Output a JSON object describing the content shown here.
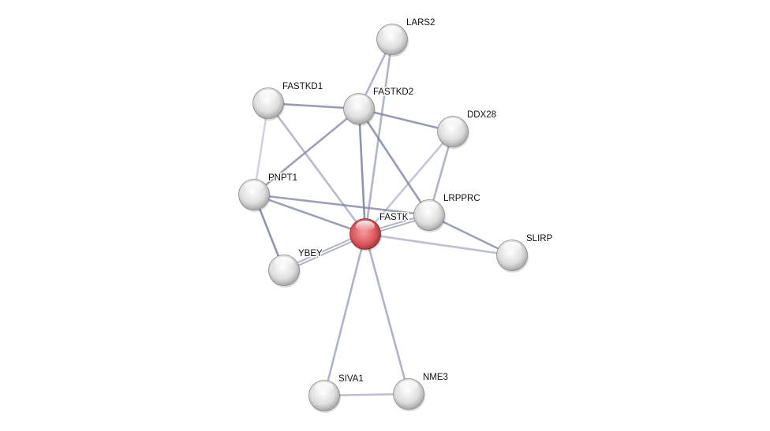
{
  "network": {
    "query_node": "FASTK",
    "colors": {
      "query": "#d9575c",
      "default": "#d6d6d6",
      "edge": "#7d829e"
    },
    "nodes": [
      "LARS2",
      "FASTKD1",
      "FASTKD2",
      "DDX28",
      "PNPT1",
      "FASTK",
      "LRPPRC",
      "SLIRP",
      "YBEY",
      "SIVA1",
      "NME3"
    ],
    "edges": [
      {
        "a": "LARS2",
        "b": "FASTKD2",
        "strength": 0.6
      },
      {
        "a": "LARS2",
        "b": "FASTK",
        "strength": 0.6
      },
      {
        "a": "FASTKD1",
        "b": "FASTKD2",
        "strength": 0.8
      },
      {
        "a": "FASTKD1",
        "b": "PNPT1",
        "strength": 0.35
      },
      {
        "a": "FASTKD1",
        "b": "FASTK",
        "strength": 0.55
      },
      {
        "a": "FASTKD2",
        "b": "DDX28",
        "strength": 0.8
      },
      {
        "a": "FASTKD2",
        "b": "PNPT1",
        "strength": 0.75
      },
      {
        "a": "FASTKD2",
        "b": "FASTK",
        "strength": 0.85
      },
      {
        "a": "FASTKD2",
        "b": "LRPPRC",
        "strength": 0.8
      },
      {
        "a": "DDX28",
        "b": "LRPPRC",
        "strength": 0.6
      },
      {
        "a": "DDX28",
        "b": "FASTK",
        "strength": 0.45
      },
      {
        "a": "PNPT1",
        "b": "FASTK",
        "strength": 0.75
      },
      {
        "a": "PNPT1",
        "b": "LRPPRC",
        "strength": 0.75
      },
      {
        "a": "PNPT1",
        "b": "YBEY",
        "strength": 0.85
      },
      {
        "a": "FASTK",
        "b": "YBEY",
        "strength": 0.6,
        "double": true
      },
      {
        "a": "FASTK",
        "b": "LRPPRC",
        "strength": 0.6,
        "double": true
      },
      {
        "a": "FASTK",
        "b": "SLIRP",
        "strength": 0.5
      },
      {
        "a": "LRPPRC",
        "b": "SLIRP",
        "strength": 0.75
      },
      {
        "a": "FASTK",
        "b": "SIVA1",
        "strength": 0.6
      },
      {
        "a": "FASTK",
        "b": "NME3",
        "strength": 0.6
      },
      {
        "a": "SIVA1",
        "b": "NME3",
        "strength": 0.5
      }
    ]
  }
}
